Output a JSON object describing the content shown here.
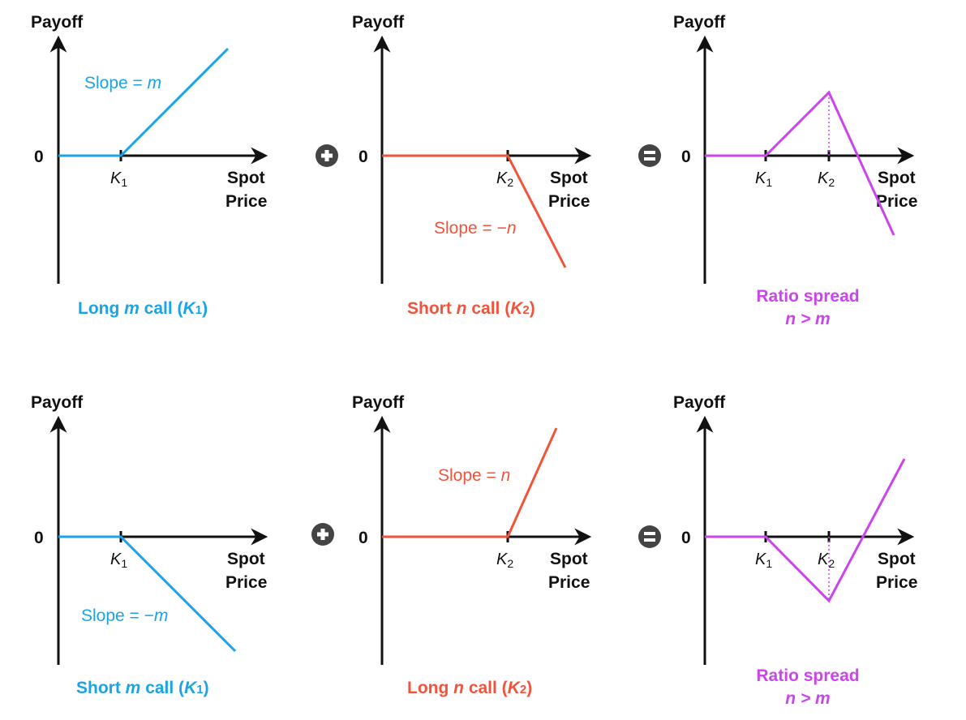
{
  "colors": {
    "blue": "#1aa3e8",
    "red": "#f2533a",
    "magenta": "#cc44ee",
    "axis": "#111111",
    "operator": "#444444"
  },
  "labels": {
    "payoff": "Payoff",
    "spot": "Spot",
    "price": "Price",
    "zero": "0",
    "k": "K",
    "k1_sub": "1",
    "k2_sub": "2"
  },
  "operators": {
    "plus": "+",
    "equals": "="
  },
  "row1": {
    "long_m": {
      "slope_prefix": "Slope = ",
      "slope_var": "m",
      "caption_a": "Long ",
      "caption_var": "m",
      "caption_b": " call (",
      "caption_k": "K",
      "caption_sub": "1",
      "caption_close": ")"
    },
    "short_n": {
      "slope_prefix": "Slope = −",
      "slope_var": "n",
      "caption_a": "Short ",
      "caption_var": "n",
      "caption_b": " call (",
      "caption_k": "K",
      "caption_sub": "2",
      "caption_close": ")"
    },
    "ratio": {
      "caption_line1": "Ratio spread",
      "caption_line2": "n > m"
    }
  },
  "row2": {
    "short_m": {
      "slope_prefix": "Slope = −",
      "slope_var": "m",
      "caption_a": "Short ",
      "caption_var": "m",
      "caption_b": " call (",
      "caption_k": "K",
      "caption_sub": "1",
      "caption_close": ")"
    },
    "long_n": {
      "slope_prefix": "Slope = ",
      "slope_var": "n",
      "caption_a": "Long ",
      "caption_var": "n",
      "caption_b": " call (",
      "caption_k": "K",
      "caption_sub": "2",
      "caption_close": ")"
    },
    "ratio": {
      "caption_line1": "Ratio spread",
      "caption_line2": "n > m"
    }
  }
}
